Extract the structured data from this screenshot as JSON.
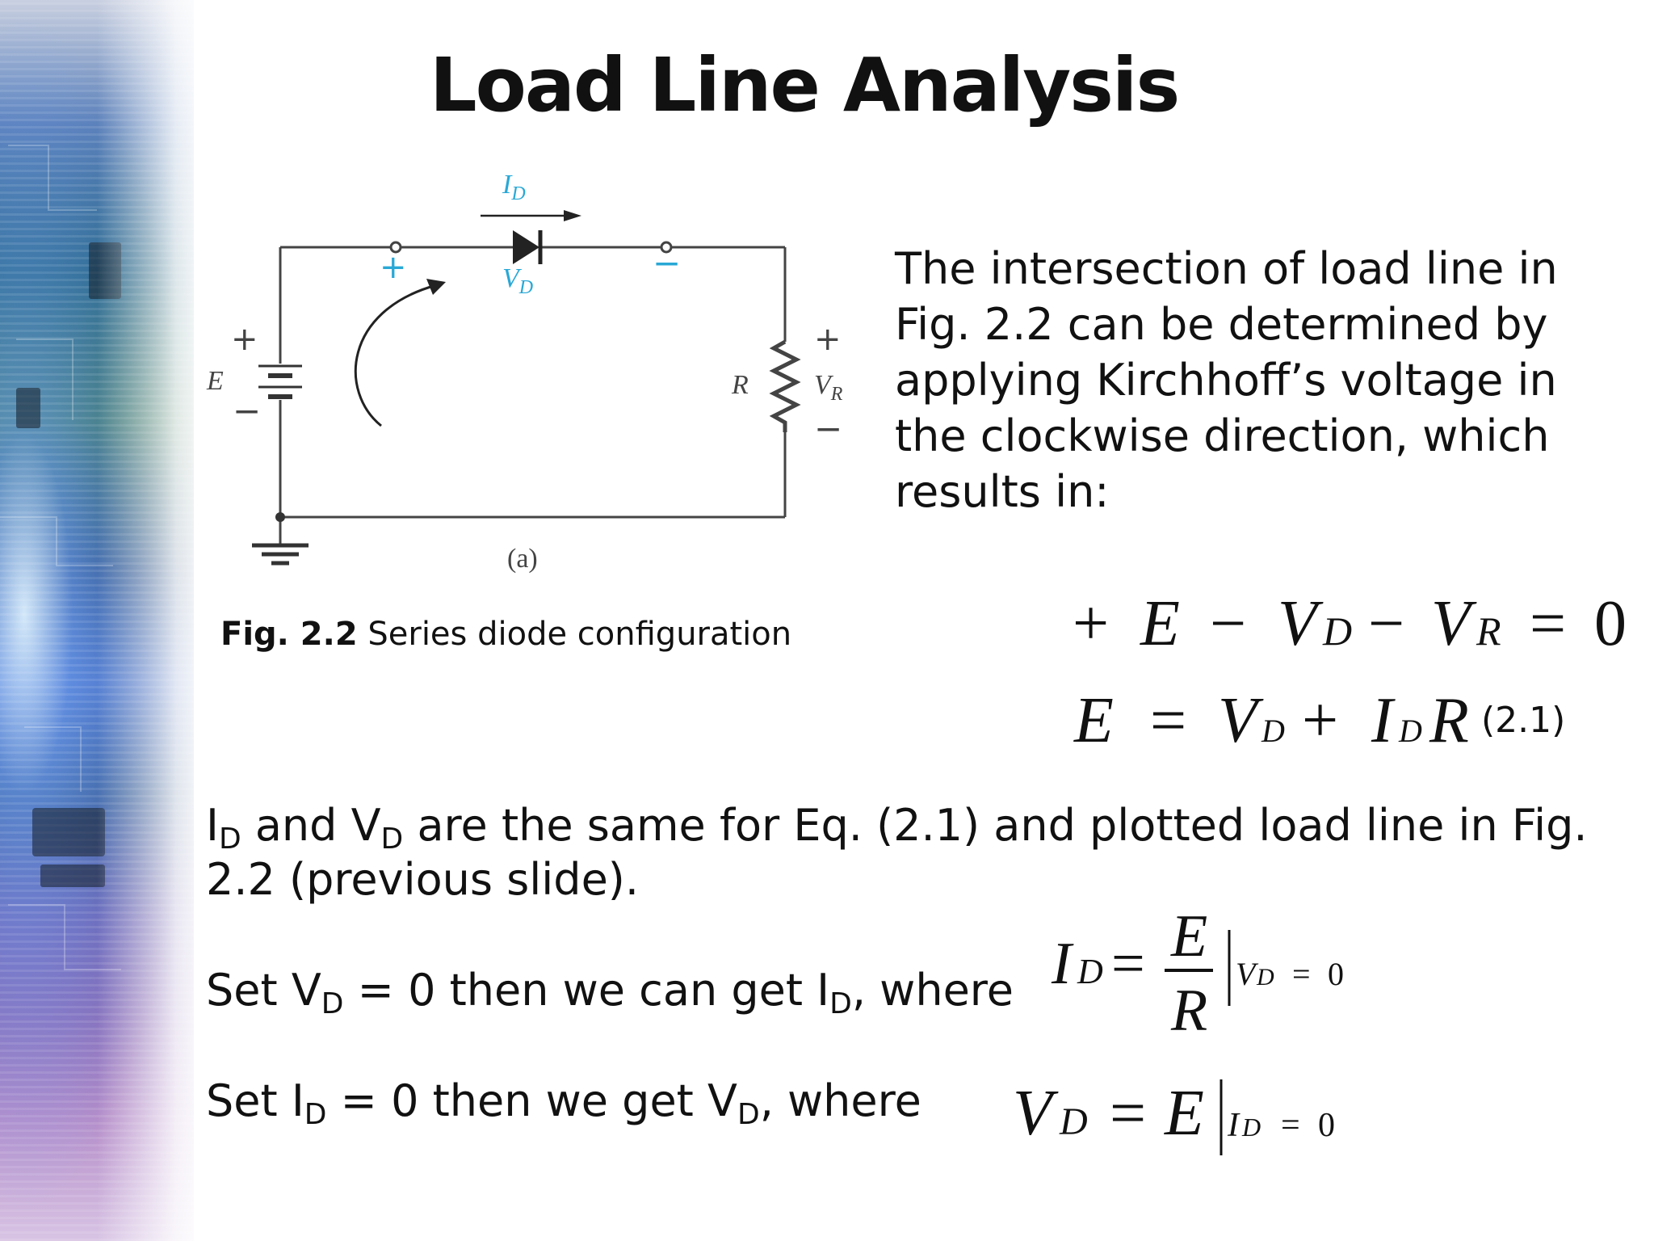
{
  "title": "Load Line Analysis",
  "circuit": {
    "current_label": "I",
    "current_sub": "D",
    "diode_voltage_label": "V",
    "diode_voltage_sub": "D",
    "source_label": "E",
    "resistor_label": "R",
    "resistor_voltage_label": "V",
    "resistor_voltage_sub": "R",
    "plus": "+",
    "minus": "−",
    "subfigure_label": "(a)",
    "accent_color": "#29a8d6"
  },
  "caption": {
    "bold": "Fig. 2.2",
    "text": " Series diode configuration"
  },
  "paragraph": "The intersection of load line in Fig. 2.2 can be determined by applying Kirchhoff’s voltage in the clockwise direction, which results in:",
  "equations": {
    "kvl": "+E − V_D − V_R = 0",
    "eq21_number": "(2.1)"
  },
  "body": {
    "line1_a": "I",
    "line1_sub1": "D",
    "line1_b": " and V",
    "line1_sub2": "D",
    "line1_c": " are the same for Eq. (2.1) and plotted load line in Fig.",
    "line2": "2.2 (previous slide).",
    "set_vd_a": "Set V",
    "set_vd_sub1": "D",
    "set_vd_b": " = 0 then we can get I",
    "set_vd_sub2": "D",
    "set_vd_c": ", where",
    "set_id_a": "Set I",
    "set_id_sub1": "D",
    "set_id_b": " = 0 then we get V",
    "set_id_sub2": "D",
    "set_id_c": ", where"
  }
}
